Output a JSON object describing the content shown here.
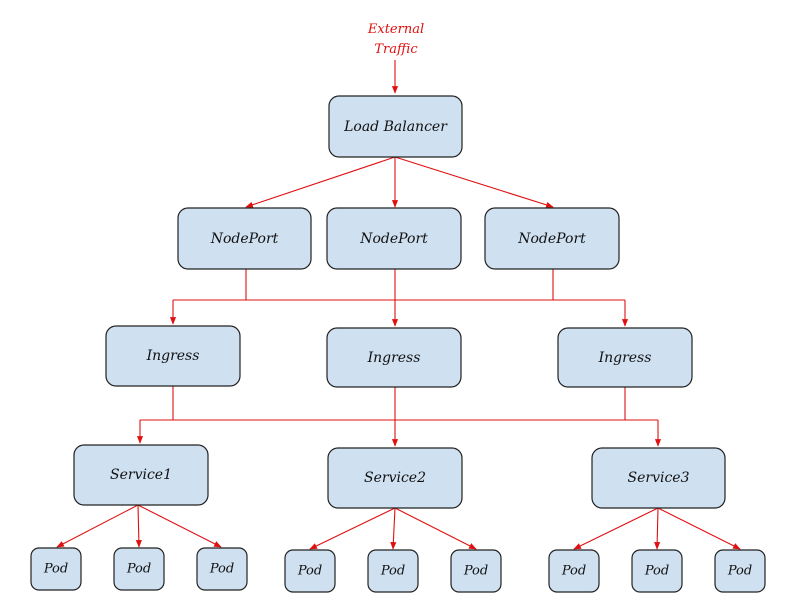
{
  "external": {
    "line1": "External",
    "line2": "Traffic"
  },
  "load_balancer": {
    "label": "Load Balancer"
  },
  "nodeports": [
    {
      "label": "NodePort"
    },
    {
      "label": "NodePort"
    },
    {
      "label": "NodePort"
    }
  ],
  "ingresses": [
    {
      "label": "Ingress"
    },
    {
      "label": "Ingress"
    },
    {
      "label": "Ingress"
    }
  ],
  "services": [
    {
      "label": "Service1"
    },
    {
      "label": "Service2"
    },
    {
      "label": "Service3"
    }
  ],
  "pods": [
    {
      "label": "Pod"
    },
    {
      "label": "Pod"
    },
    {
      "label": "Pod"
    },
    {
      "label": "Pod"
    },
    {
      "label": "Pod"
    },
    {
      "label": "Pod"
    },
    {
      "label": "Pod"
    },
    {
      "label": "Pod"
    },
    {
      "label": "Pod"
    }
  ],
  "colors": {
    "node_fill": "#cfe0f1",
    "edge": "#e01010",
    "external_text": "#e01010"
  }
}
